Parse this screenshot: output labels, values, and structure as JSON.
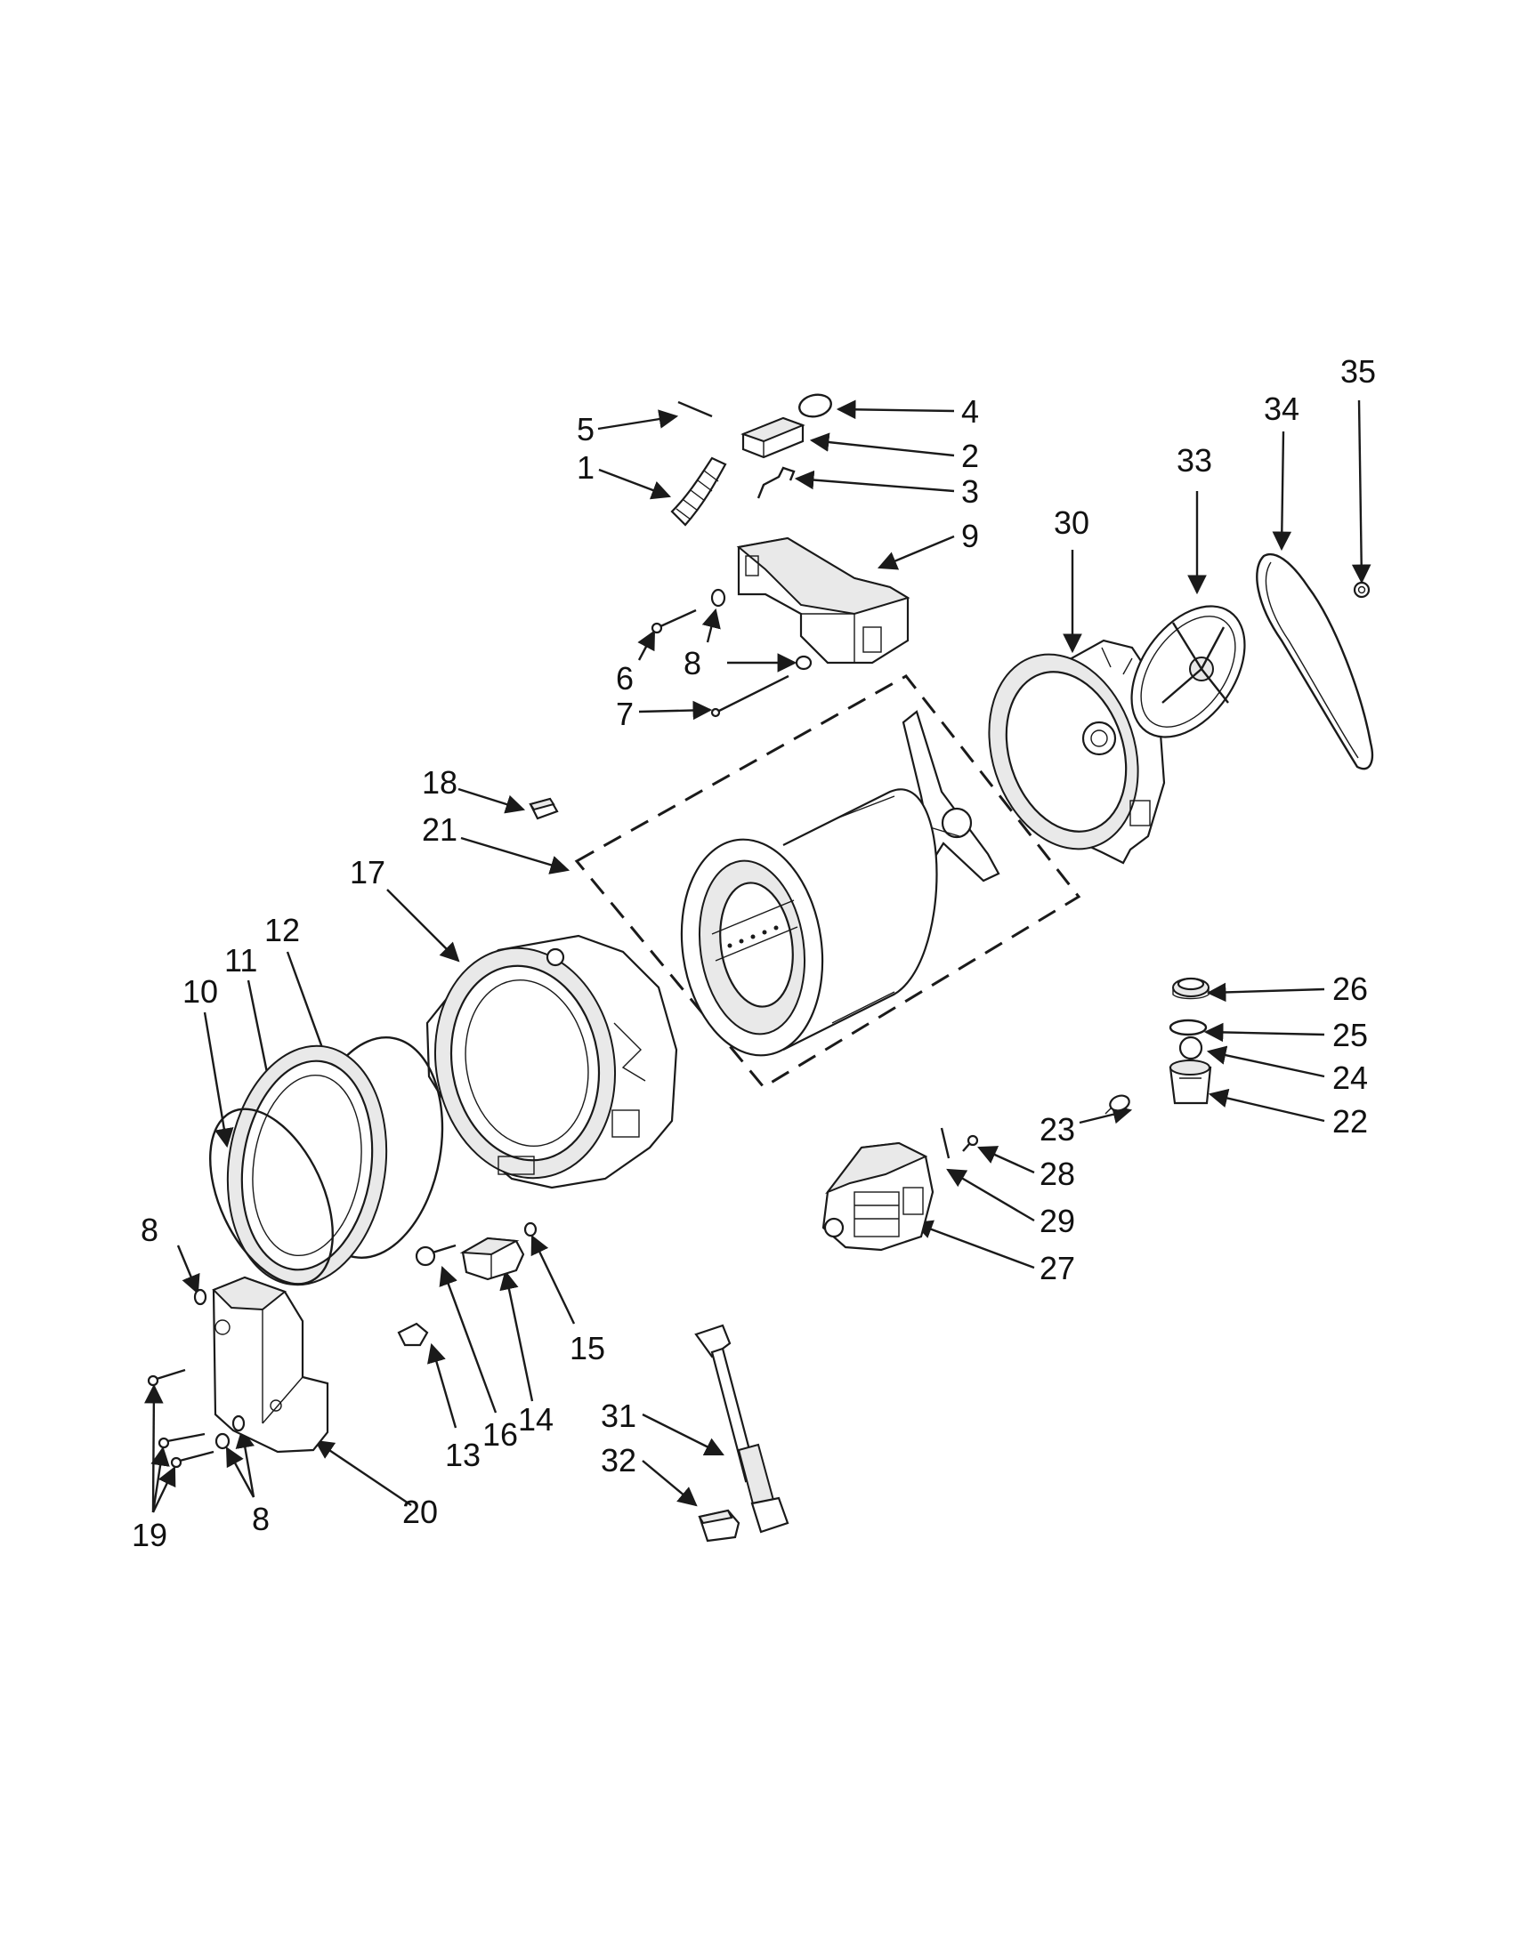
{
  "diagram": {
    "callouts": {
      "c1": "1",
      "c2": "2",
      "c3": "3",
      "c4": "4",
      "c5": "5",
      "c6": "6",
      "c7": "7",
      "c8a": "8",
      "c8b": "8",
      "c8c": "8",
      "c9": "9",
      "c10": "10",
      "c11": "11",
      "c12": "12",
      "c13": "13",
      "c14": "14",
      "c15": "15",
      "c16": "16",
      "c17": "17",
      "c18": "18",
      "c19": "19",
      "c20": "20",
      "c21": "21",
      "c22": "22",
      "c23": "23",
      "c24": "24",
      "c25": "25",
      "c26": "26",
      "c27": "27",
      "c28": "28",
      "c29": "29",
      "c30": "30",
      "c31": "31",
      "c32": "32",
      "c33": "33",
      "c34": "34",
      "c35": "35"
    }
  }
}
